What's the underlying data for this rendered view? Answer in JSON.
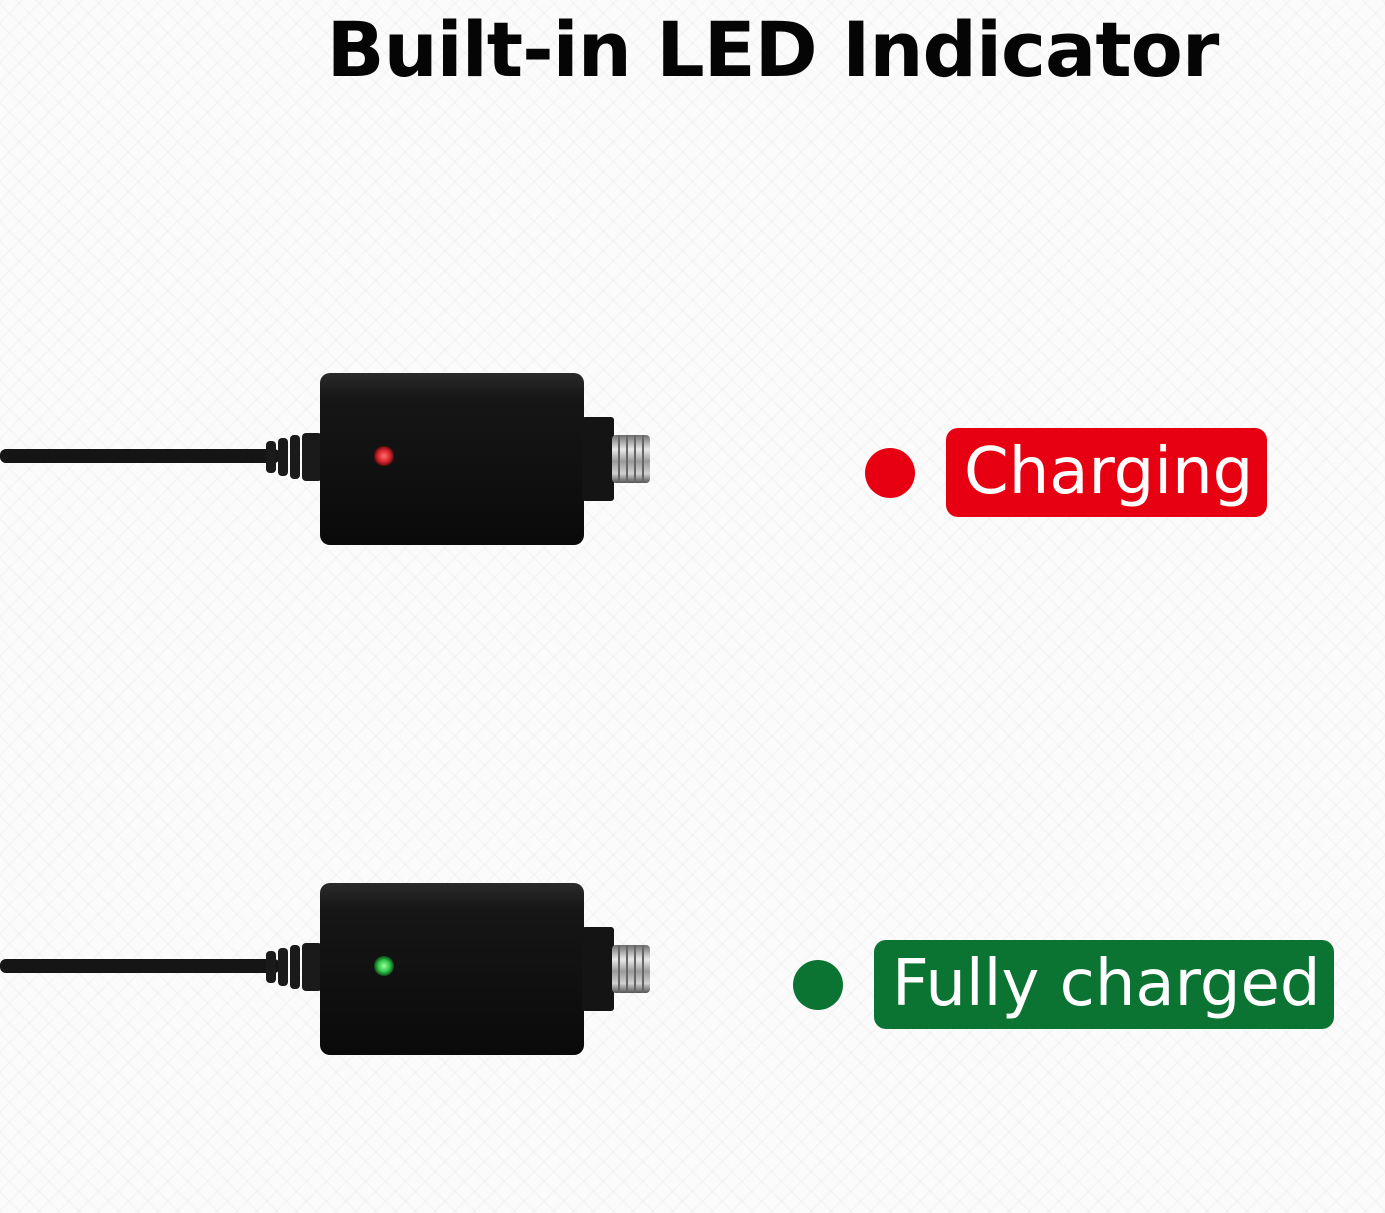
{
  "title": "Built-in LED Indicator",
  "colors": {
    "charging": "#e60012",
    "fully_charged": "#0c7433",
    "led_red": "#d9272e",
    "led_green": "#2fc24a",
    "device_body": "#111111"
  },
  "states": [
    {
      "label": "Charging",
      "led": "red"
    },
    {
      "label": "Fully charged",
      "led": "green"
    }
  ]
}
